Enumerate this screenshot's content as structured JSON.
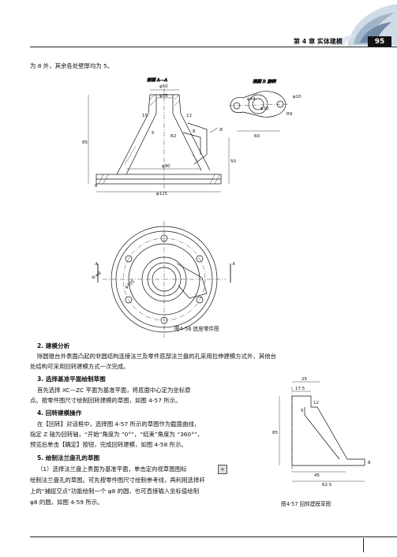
{
  "header": {
    "chapter": "第 4 章   实体建模",
    "page": "95"
  },
  "intro_line": "为 8 外，其余各处壁厚均为 5。",
  "figure56": {
    "section_label": "剖面 A—A",
    "view_label": "视图 B 旋转",
    "dims": {
      "d50": "φ50",
      "d35": "φ35",
      "d90": "φ90",
      "d125": "φ125",
      "d105": "φ105",
      "h85": "85",
      "h50": "50",
      "v15": "15",
      "v12": "12",
      "r2": "R2",
      "v8": "8",
      "v5": "5",
      "d10": "φ10",
      "d30": "φ30",
      "d44": "φ44",
      "r9": "R9",
      "w60": "60",
      "holes": "6-φ8",
      "b": "B",
      "a1": "A",
      "a2": "A"
    },
    "caption": "图4-56   底座零件图"
  },
  "sections": [
    {
      "heading": "2.  建模分析"
    },
    {
      "lines": [
        "除圆锥台外表面凸起的非圆结构连接法兰及零件底部法兰盘的孔采用拉伸建模方式外，其他台",
        "处结构可采用回转建模方式一次完成。"
      ]
    },
    {
      "heading": "3.  选择基准平面绘制草图"
    },
    {
      "lines": [
        "首先选择 XC—ZC 平面为基准平面，将底面中心定为坐标原",
        "点。按零件图尺寸绘制回转建模的草图，如图 4-57 所示。"
      ]
    },
    {
      "heading": "4.  回转建模操作"
    },
    {
      "lines": [
        "在【回转】对话框中，选择图 4-57 所示的草图作为截面曲线，",
        "指定 Z 轴为回转轴，“开始”角度为 “0°”，“结束”角度为 “360°”，",
        "预览后单击【确定】按钮，完成回转建模，如图 4-58 所示。"
      ]
    },
    {
      "heading": "5.  绘制法兰盘孔的草图"
    },
    {
      "lines": [
        "（1）选择法兰盘上表面为基准平面，单击定向视草图图标",
        "绘制法兰盘孔的草图。可先按零件图尺寸绘制参考线，再利用选择杆",
        "上的“捕捉交点”功能绘制一个 φ8 的圆，也可直接输入坐标值绘制",
        "φ8 的圆，如图 4-59 所示。"
      ]
    }
  ],
  "figure57": {
    "dims": {
      "w25": "25",
      "w17_5": "17.5",
      "h85": "85",
      "v5": "5",
      "v12": "12",
      "v8": "8",
      "w45": "45",
      "w62_5": "62.5"
    },
    "caption": "图4-57   回转建模草图"
  },
  "colors": {
    "ink": "#111111",
    "header_box": "#111111"
  }
}
